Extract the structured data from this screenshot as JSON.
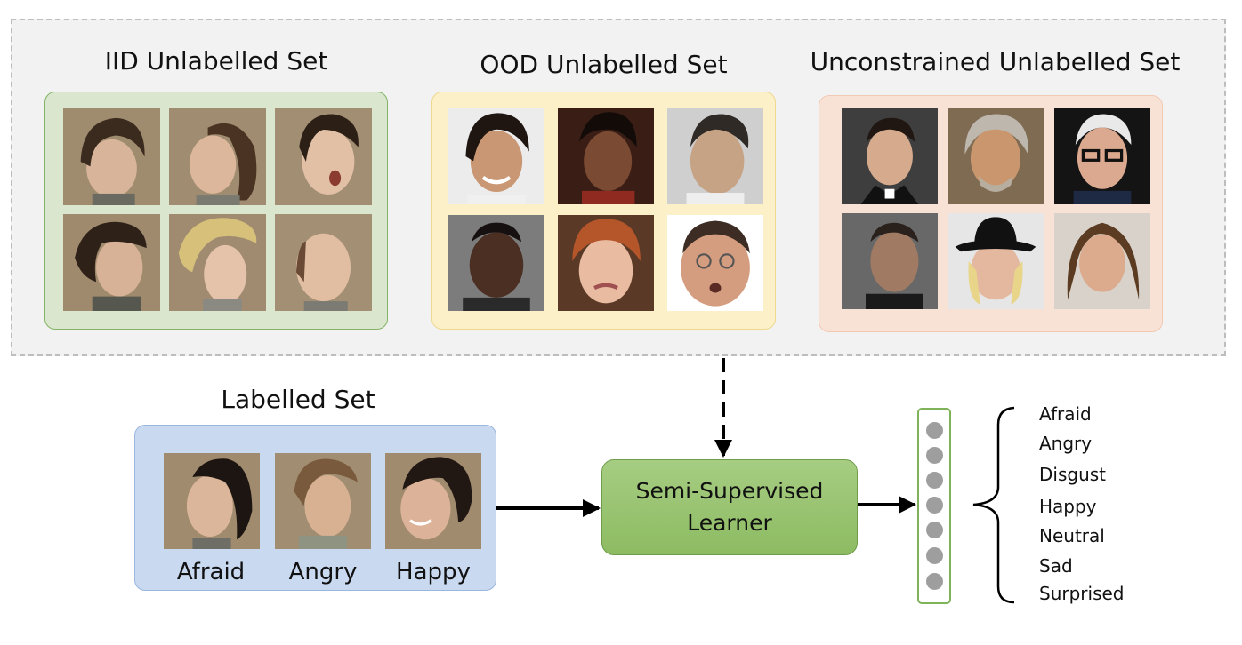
{
  "unlabelled_sets": [
    {
      "title": "IID Unlabelled Set"
    },
    {
      "title": "OOD Unlabelled Set"
    },
    {
      "title": "Unconstrained Unlabelled Set"
    }
  ],
  "labelled_set": {
    "title": "Labelled Set",
    "samples": [
      {
        "label": "Afraid"
      },
      {
        "label": "Angry"
      },
      {
        "label": "Happy"
      }
    ]
  },
  "learner": {
    "label": "Semi-Supervised\nLearner"
  },
  "output_classes": [
    "Afraid",
    "Angry",
    "Disgust",
    "Happy",
    "Neutral",
    "Sad",
    "Surprised"
  ],
  "colors": {
    "iid_panel": "#dbe6cf",
    "ood_panel": "#fbf0c8",
    "unconstrained_panel": "#f8e2d5",
    "labelled_panel": "#c9d9f0",
    "learner": "#97c36d",
    "node": "#9e9e9e"
  }
}
